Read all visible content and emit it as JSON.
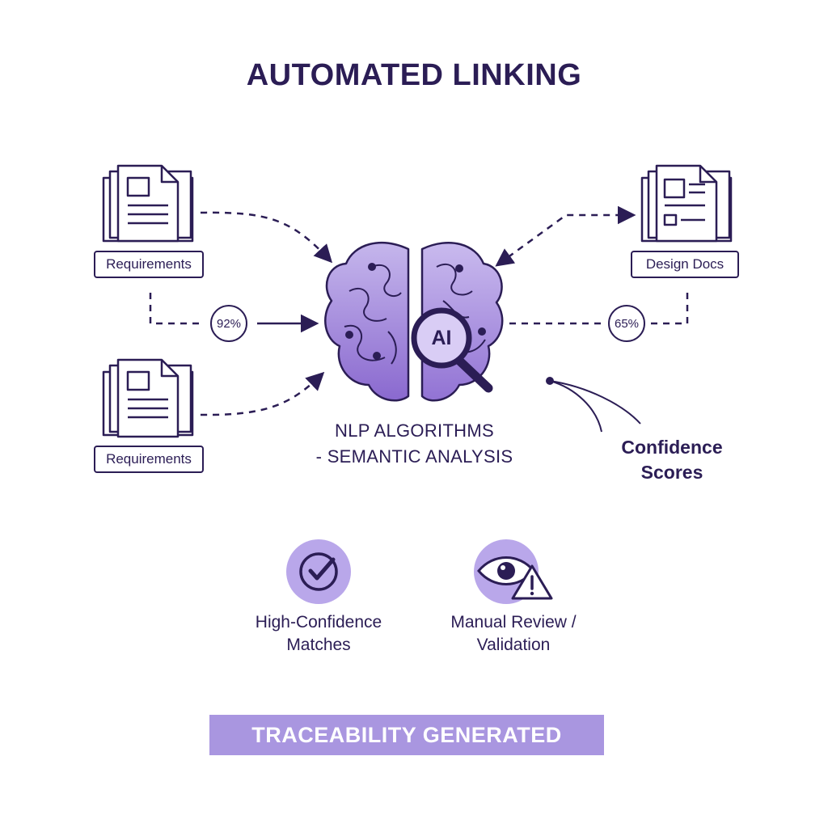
{
  "title": "AUTOMATED LINKING",
  "sources": {
    "top_left_label": "Requirements",
    "bottom_left_label": "Requirements",
    "top_right_label": "Design Docs"
  },
  "scores": {
    "left": "92%",
    "right": "65%"
  },
  "center": {
    "badge": "AI",
    "caption_line1": "NLP ALGORITHMS",
    "caption_line2": "- SEMANTIC ANALYSIS"
  },
  "annotation": {
    "line1": "Confidence",
    "line2": "Scores"
  },
  "outcomes": {
    "high": {
      "line1": "High-Confidence",
      "line2": "Matches",
      "icon": "check-circle-icon"
    },
    "manual": {
      "line1": "Manual Review /",
      "line2": "Validation",
      "icon": "eye-warning-icon"
    }
  },
  "banner": "TRACEABILITY GENERATED",
  "colors": {
    "ink": "#2b1d55",
    "brain_light": "#b7a5e6",
    "brain_dark": "#7c5cc4",
    "accent_circle": "#b9a7ea",
    "banner": "#a996e0"
  }
}
